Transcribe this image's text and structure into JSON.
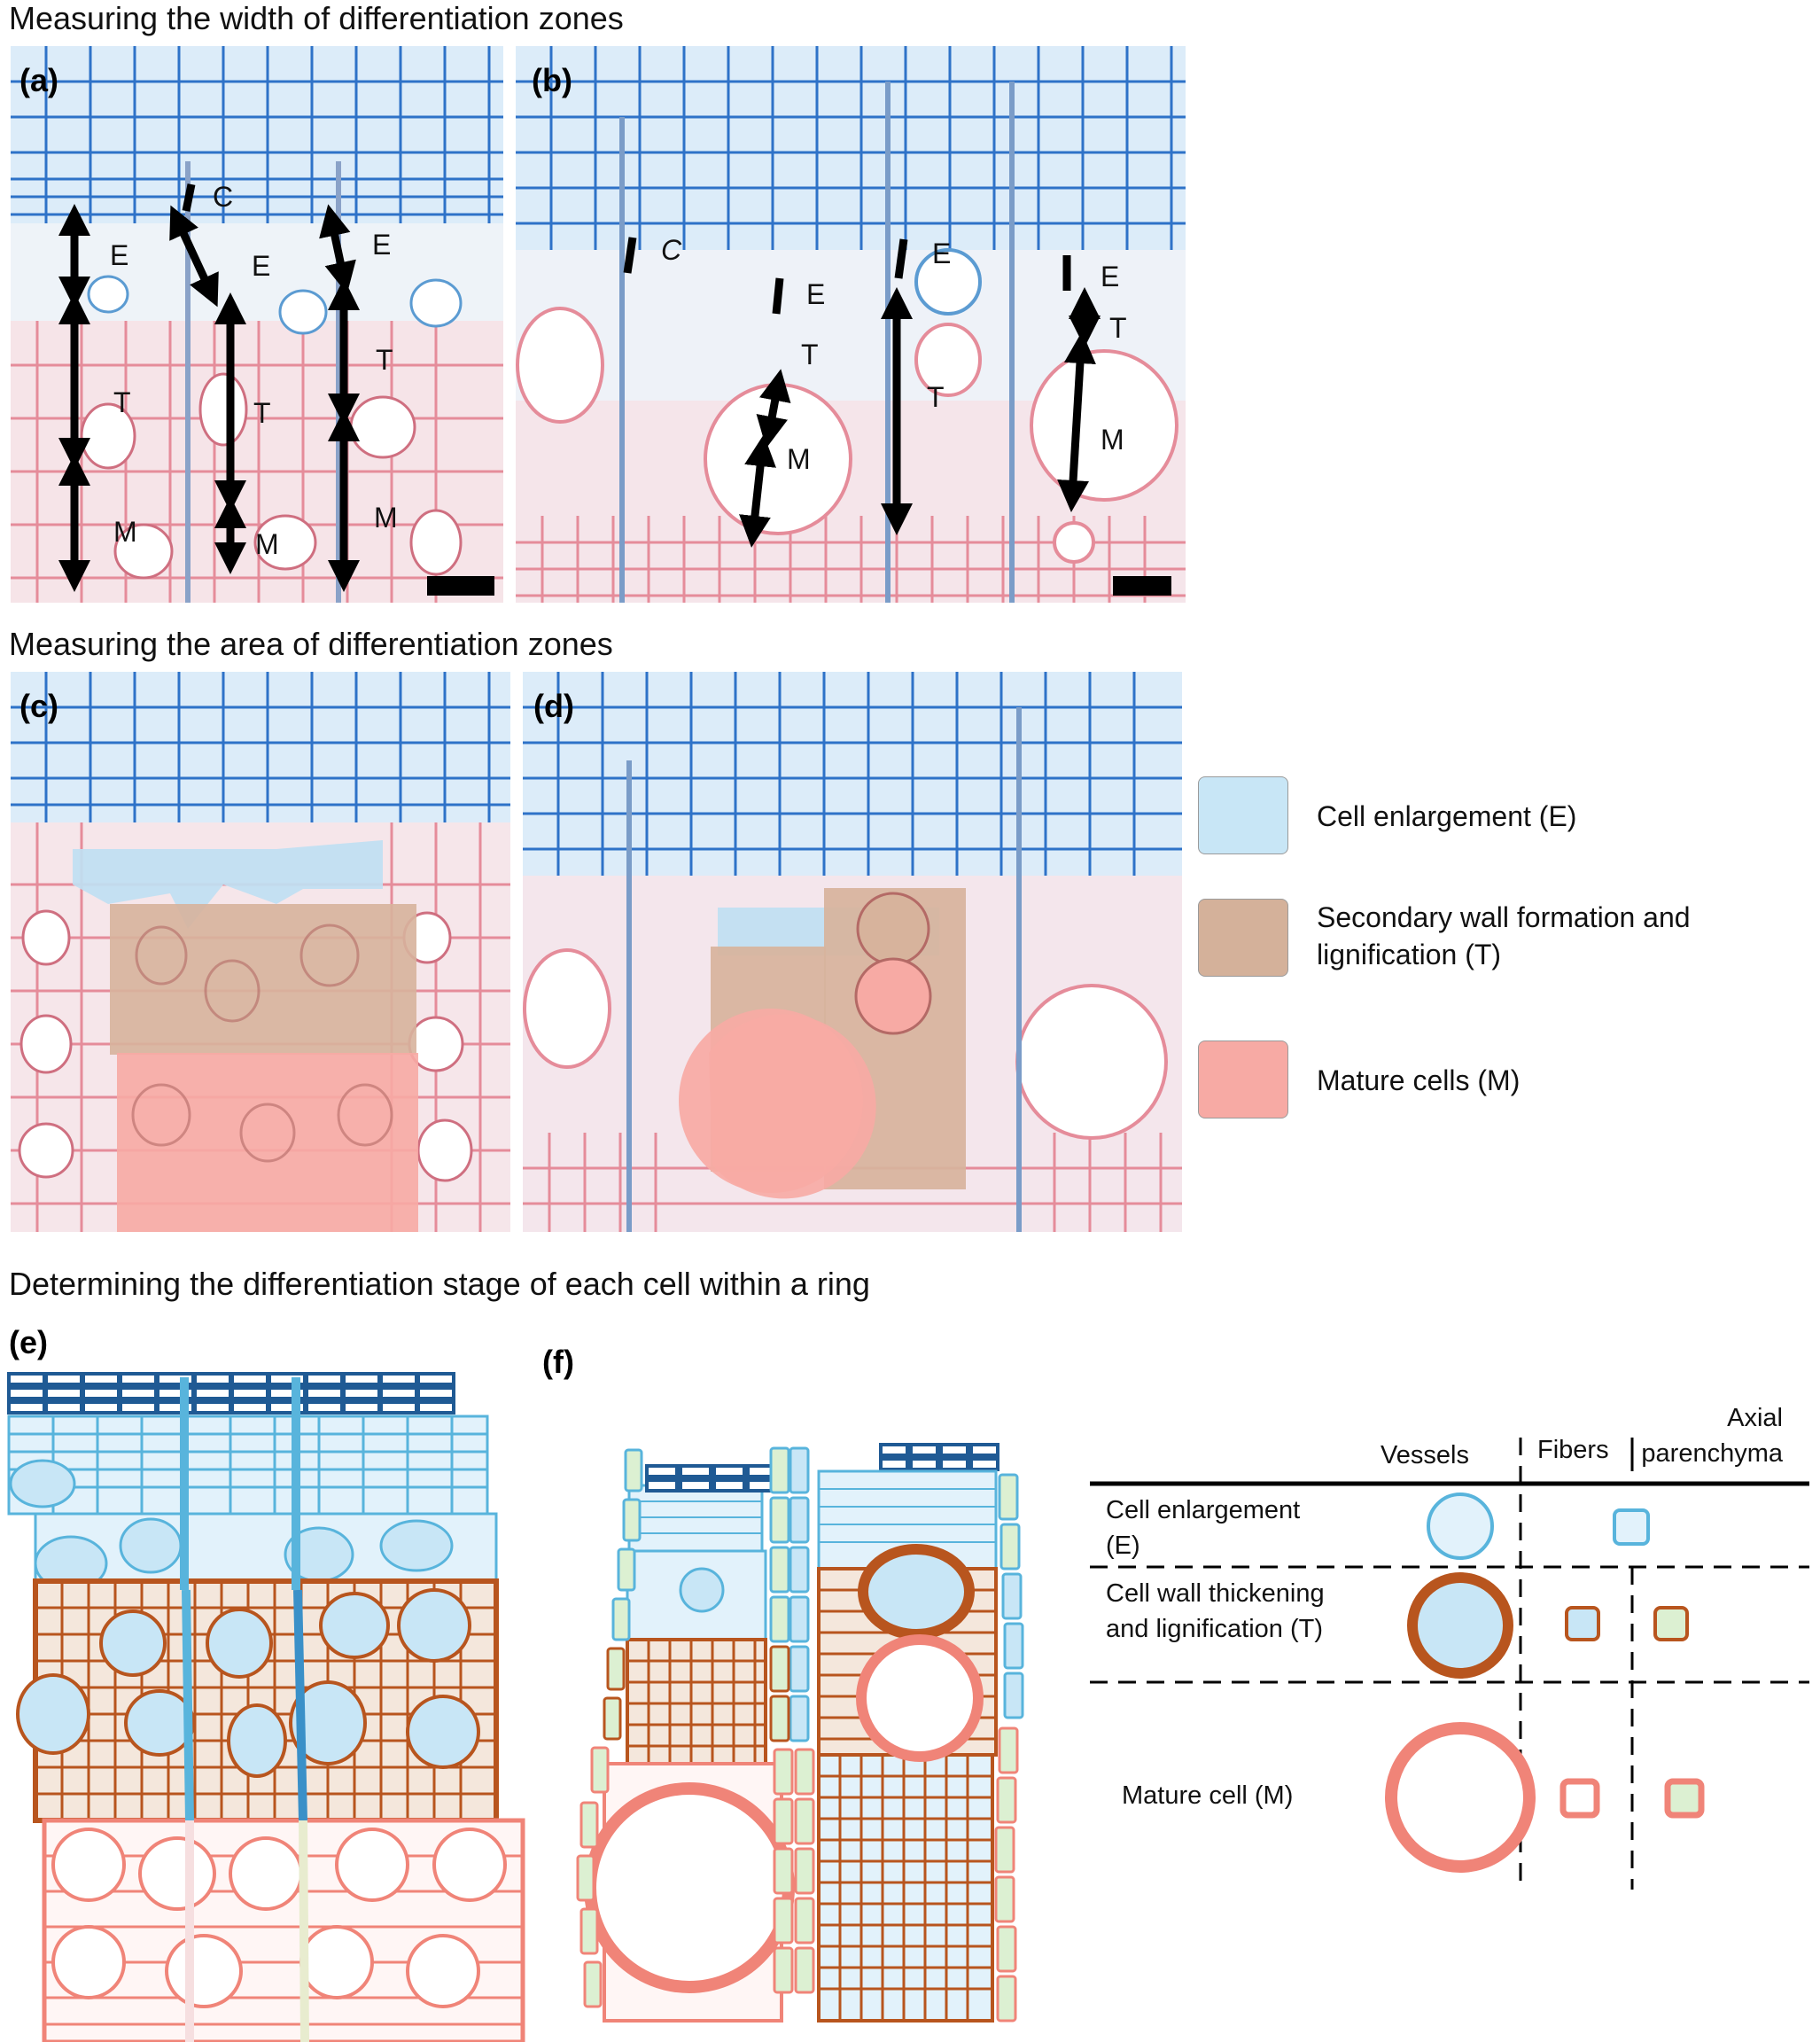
{
  "titles": {
    "width": "Measuring the width of differentiation zones",
    "area": "Measuring the area of differentiation zones",
    "stage": "Determining the differentiation stage of each cell within a ring"
  },
  "panels": {
    "a": "(a)",
    "b": "(b)",
    "c": "(c)",
    "d": "(d)",
    "e": "(e)",
    "f": "(f)"
  },
  "zone_letters": {
    "c": "C",
    "e": "E",
    "t": "T",
    "m": "M"
  },
  "legend": {
    "enlargement": "Cell enlargement (E)",
    "secondary_wall": "Secondary wall formation and lignification (T)",
    "mature": "Mature cells (M)"
  },
  "table": {
    "col_vessels": "Vessels",
    "col_fibers": "Fibers",
    "col_axial": "Axial parenchyma",
    "row_e": "Cell enlargement (E)",
    "row_t": "Cell wall thickening and lignification (T)",
    "row_m": "Mature cell  (M)"
  },
  "colors": {
    "enlargement_fill": "#c8e6f6",
    "enlargement_edge": "#58b4dc",
    "secondary_fill": "#d4b19a",
    "secondary_edge": "#b8551e",
    "mature_fill": "#f7aaa4",
    "mature_edge": "#f08478",
    "cambium": "#1f5a94",
    "ray": "#cfe8c8",
    "blue_stain": "#2e72c8",
    "red_stain": "#e58c9a"
  }
}
